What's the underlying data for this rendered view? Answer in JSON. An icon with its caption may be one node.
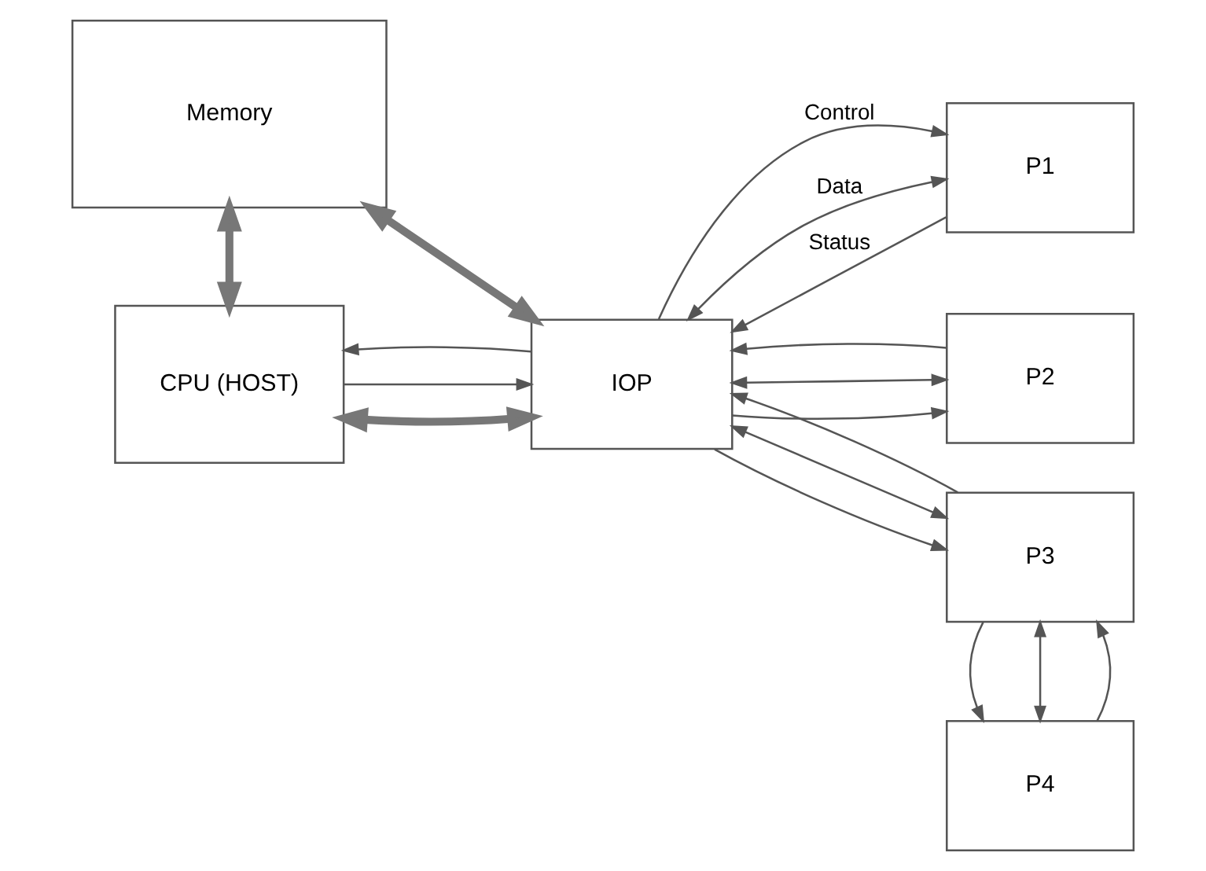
{
  "diagram": {
    "nodes": [
      {
        "text": [
          "Memory"
        ]
      },
      {
        "text": [
          "CPU (HOST)"
        ]
      },
      {
        "text": [
          "IOP"
        ]
      },
      {
        "text": [
          "P1"
        ]
      },
      {
        "text": [
          "P2"
        ]
      },
      {
        "text": [
          "P3"
        ]
      },
      {
        "text": [
          "P4"
        ]
      }
    ],
    "edges": [
      {
        "from": 1,
        "to": 2,
        "arrow": "both",
        "style": "thick"
      },
      {
        "from": 0,
        "to": 1,
        "arrow": "both",
        "style": "thick"
      },
      {
        "from": 0,
        "to": 2,
        "arrow": "both",
        "style": "thick"
      },
      {
        "from": 1,
        "to": 2,
        "arrow": "to"
      },
      {
        "from": 2,
        "to": 1,
        "arrow": "to"
      },
      {
        "from": 2,
        "to": 3,
        "arrow": "to",
        "label": "Control"
      },
      {
        "from": 2,
        "to": 3,
        "arrow": "both",
        "label": "Data"
      },
      {
        "from": 3,
        "to": 2,
        "arrow": "to",
        "label": "Status"
      },
      {
        "from": 2,
        "to": 4,
        "arrow": "to"
      },
      {
        "from": 2,
        "to": 4,
        "arrow": "both"
      },
      {
        "from": 4,
        "to": 2,
        "arrow": "to"
      },
      {
        "from": 2,
        "to": 5,
        "arrow": "to"
      },
      {
        "from": 2,
        "to": 5,
        "arrow": "both"
      },
      {
        "from": 5,
        "to": 2,
        "arrow": "to"
      },
      {
        "from": 6,
        "to": 5,
        "arrow": "to"
      },
      {
        "from": 5,
        "to": 6,
        "arrow": "both"
      },
      {
        "from": 5,
        "to": 6,
        "arrow": "to"
      }
    ]
  }
}
